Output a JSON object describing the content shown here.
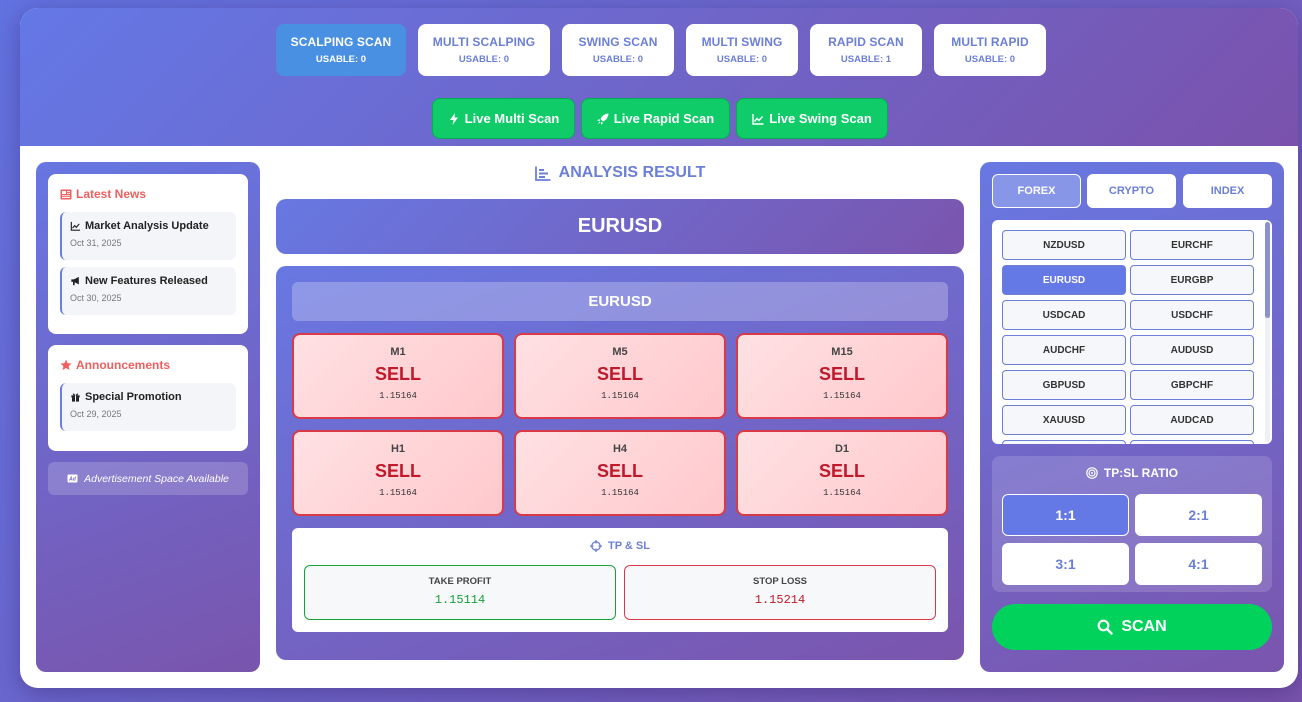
{
  "scan_modes": [
    {
      "title": "SCALPING SCAN",
      "usable": "USABLE: 0",
      "active": true
    },
    {
      "title": "MULTI SCALPING",
      "usable": "USABLE: 0",
      "active": false
    },
    {
      "title": "SWING SCAN",
      "usable": "USABLE: 0",
      "active": false
    },
    {
      "title": "MULTI SWING",
      "usable": "USABLE: 0",
      "active": false
    },
    {
      "title": "RAPID SCAN",
      "usable": "USABLE: 1",
      "active": false
    },
    {
      "title": "MULTI RAPID",
      "usable": "USABLE: 0",
      "active": false
    }
  ],
  "live_buttons": [
    {
      "label": "Live Multi Scan",
      "icon": "bolt-icon"
    },
    {
      "label": "Live Rapid Scan",
      "icon": "rocket-icon"
    },
    {
      "label": "Live Swing Scan",
      "icon": "chart-line-icon"
    }
  ],
  "news": {
    "title": "Latest News",
    "items": [
      {
        "title": "Market Analysis Update",
        "date": "Oct 31, 2025",
        "icon": "chart-line-icon"
      },
      {
        "title": "New Features Released",
        "date": "Oct 30, 2025",
        "icon": "megaphone-icon"
      }
    ]
  },
  "announcements": {
    "title": "Announcements",
    "items": [
      {
        "title": "Special Promotion",
        "date": "Oct 29, 2025",
        "icon": "gift-icon"
      }
    ]
  },
  "ad_text": "Advertisement Space Available",
  "analysis": {
    "heading": "ANALYSIS RESULT",
    "symbol": "EURUSD",
    "inner_symbol": "EURUSD",
    "timeframes": [
      {
        "name": "M1",
        "signal": "SELL",
        "price": "1.15164"
      },
      {
        "name": "M5",
        "signal": "SELL",
        "price": "1.15164"
      },
      {
        "name": "M15",
        "signal": "SELL",
        "price": "1.15164"
      },
      {
        "name": "H1",
        "signal": "SELL",
        "price": "1.15164"
      },
      {
        "name": "H4",
        "signal": "SELL",
        "price": "1.15164"
      },
      {
        "name": "D1",
        "signal": "SELL",
        "price": "1.15164"
      }
    ],
    "tpsl": {
      "title": "TP & SL",
      "take_profit_label": "TAKE PROFIT",
      "take_profit_value": "1.15114",
      "stop_loss_label": "STOP LOSS",
      "stop_loss_value": "1.15214"
    }
  },
  "market_tabs": [
    {
      "label": "FOREX",
      "active": true
    },
    {
      "label": "CRYPTO",
      "active": false
    },
    {
      "label": "INDEX",
      "active": false
    }
  ],
  "pairs": [
    "NZDUSD",
    "EURCHF",
    "EURUSD",
    "EURGBP",
    "USDCAD",
    "USDCHF",
    "AUDCHF",
    "AUDUSD",
    "GBPUSD",
    "GBPCHF",
    "XAUUSD",
    "AUDCAD"
  ],
  "selected_pair": "EURUSD",
  "ratio": {
    "title": "TP:SL RATIO",
    "options": [
      "1:1",
      "2:1",
      "3:1",
      "4:1"
    ],
    "selected": "1:1"
  },
  "scan_button": "SCAN",
  "colors": {
    "accent": "#6b7fd6",
    "sell": "#c0192b",
    "buy_green": "#00d25b",
    "tp_green": "#18a03a",
    "sl_red": "#c0192b"
  }
}
